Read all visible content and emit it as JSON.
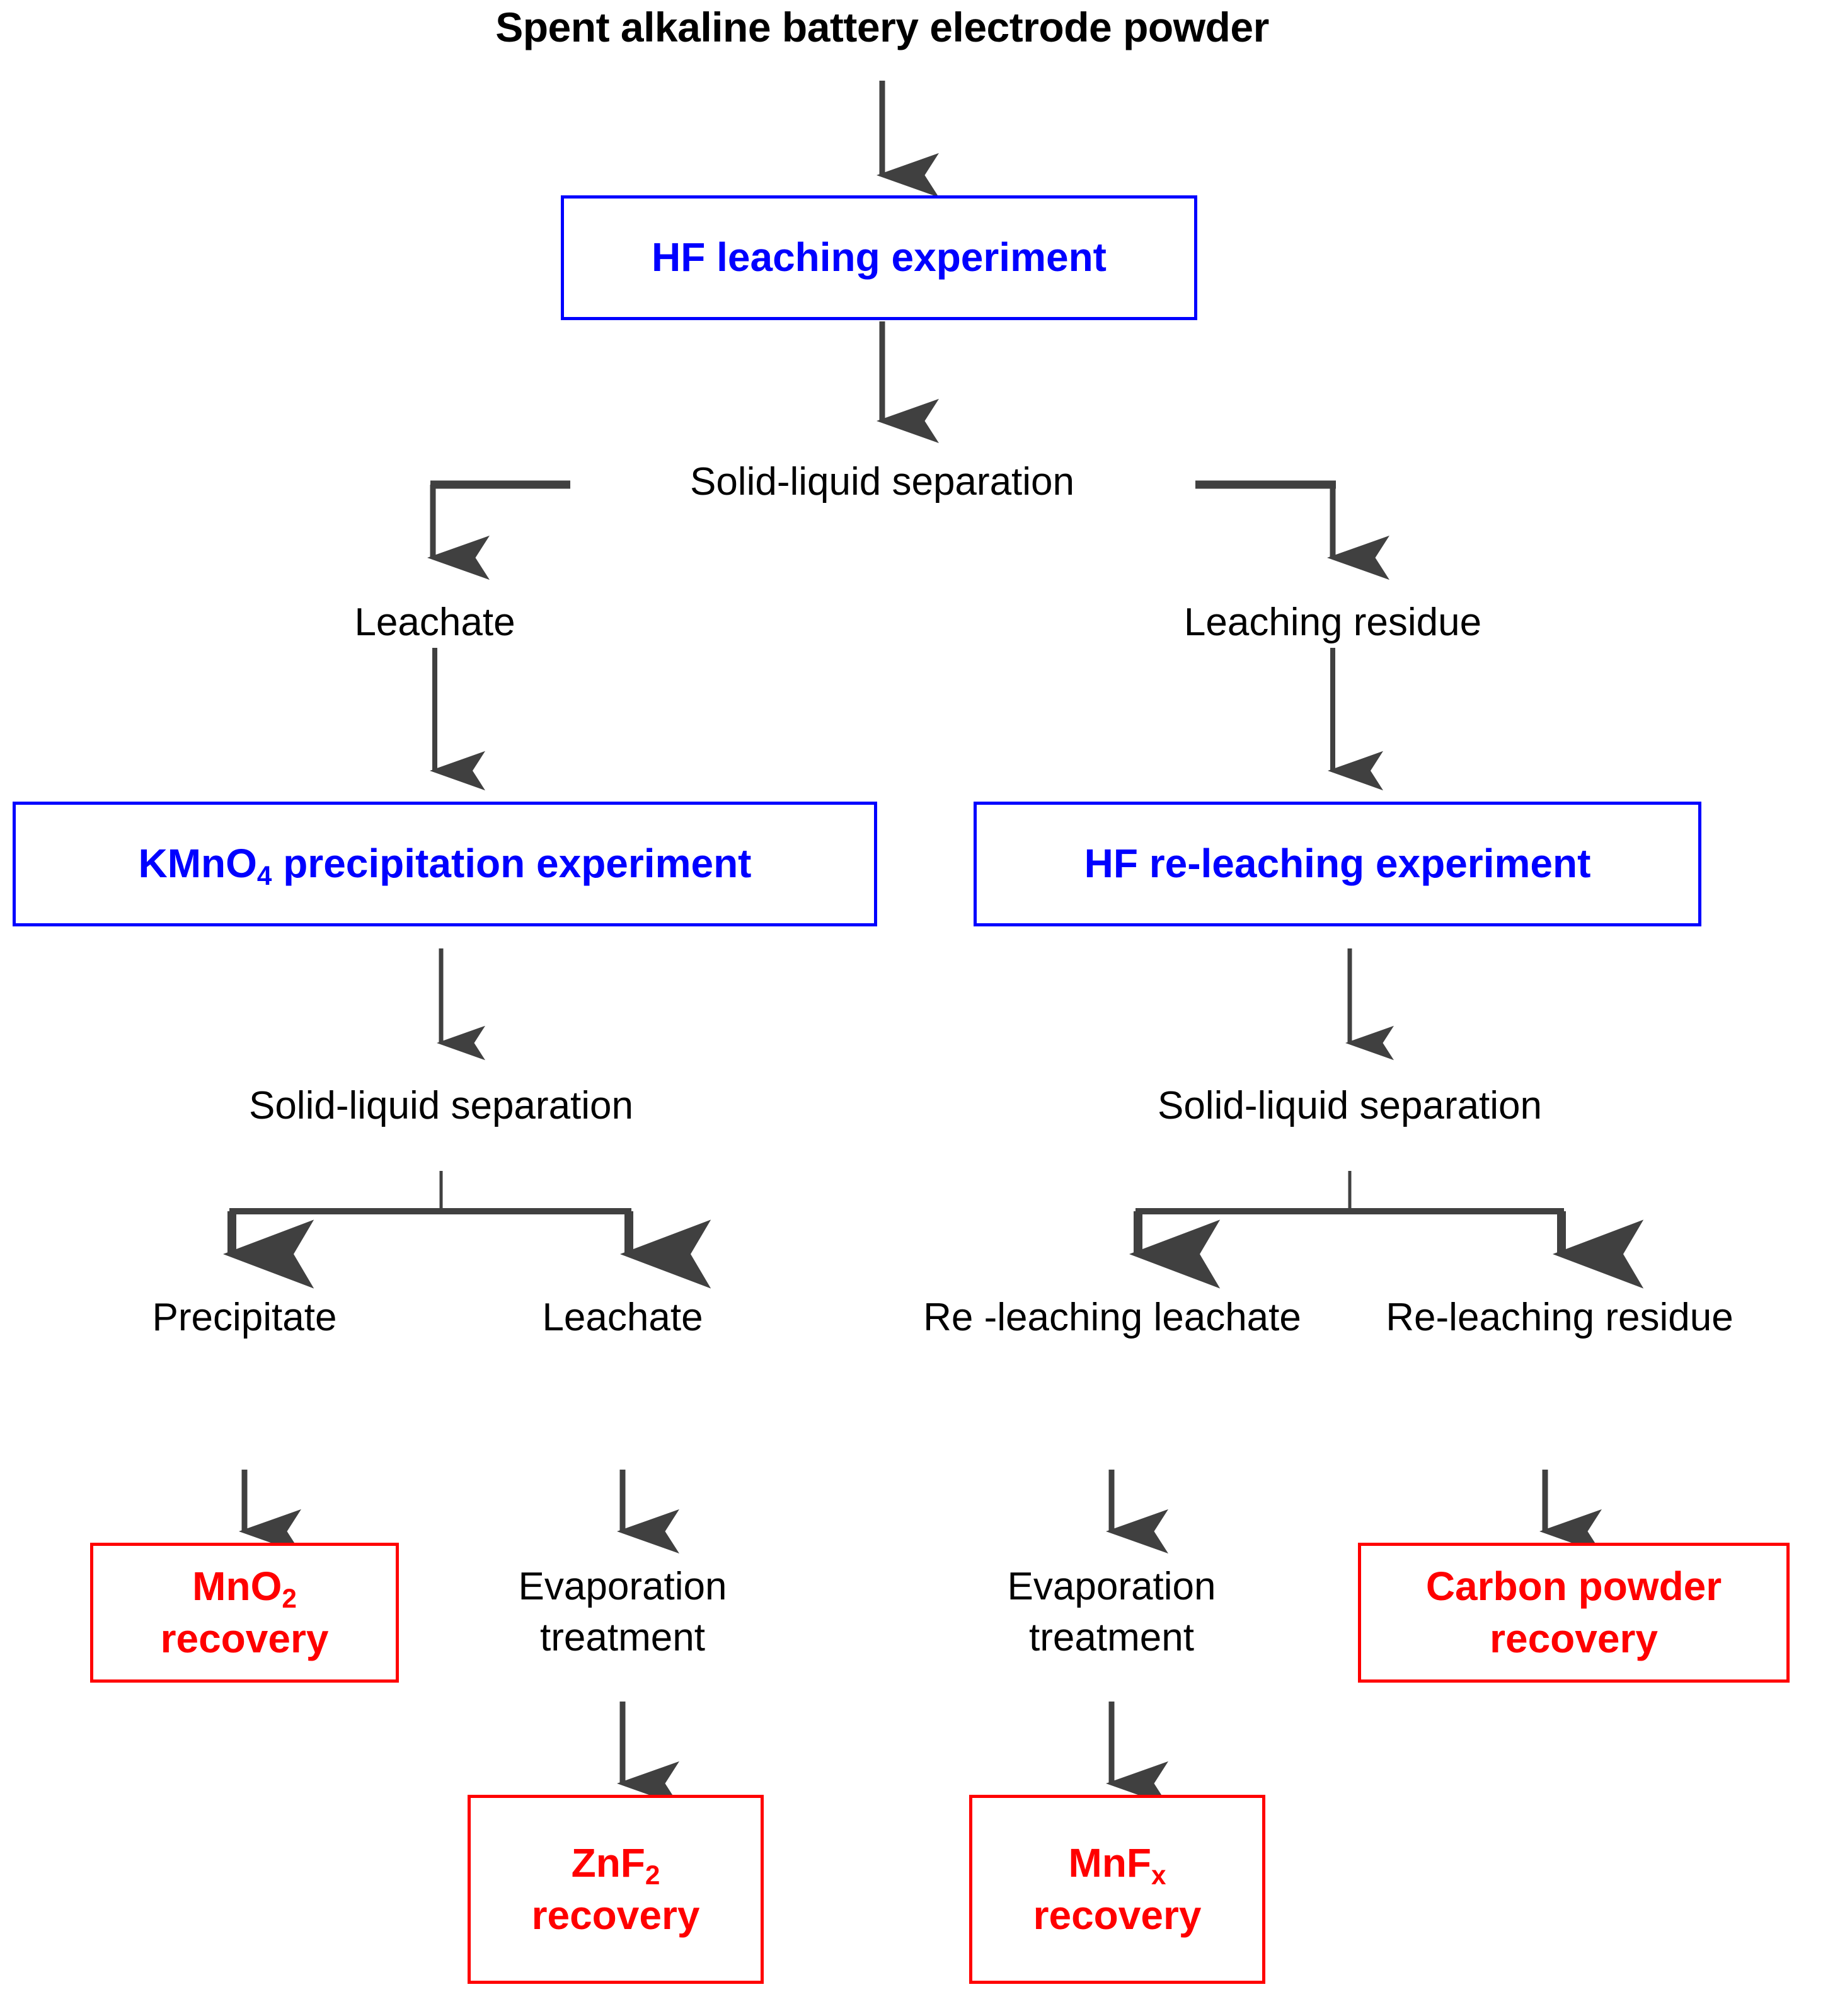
{
  "diagram": {
    "title": "Spent alkaline battery electrode powder",
    "colors": {
      "blue": "#0000FF",
      "red": "#FF0000",
      "black": "#000000",
      "arrow": "#404040",
      "background": "#FFFFFF"
    },
    "nodes": {
      "source_powder": "Spent alkaline battery electrode powder",
      "hf_leaching": "HF leaching experiment",
      "hf_leaching_formula_prefix": "HF leaching experiment",
      "separation_top": "Solid-liquid separation",
      "leachate_left": "Leachate",
      "leaching_residue": "Leaching residue",
      "kmno4_box_prefix": "KMnO",
      "kmno4_box_sub": "4",
      "kmno4_box_suffix": " precipitation experiment",
      "hf_releaching": "HF re-leaching experiment",
      "separation_left": "Solid-liquid separation",
      "separation_right": "Solid-liquid separation",
      "precipitate": "Precipitate",
      "leachate_mid": "Leachate",
      "releaching_leachate": "Re -leaching leachate",
      "releaching_residue": "Re-leaching residue",
      "mno2_prefix": "MnO",
      "mno2_sub": "2",
      "mno2_line2": "recovery",
      "evaporation_left_line1": "Evaporation",
      "evaporation_left_line2": "treatment",
      "evaporation_right_line1": "Evaporation",
      "evaporation_right_line2": "treatment",
      "carbon_line1": "Carbon powder",
      "carbon_line2": "recovery",
      "znf2_prefix": "ZnF",
      "znf2_sub": "2",
      "znf2_line2": "recovery",
      "mnfx_prefix": "MnF",
      "mnfx_sub": "x",
      "mnfx_line2": "recovery"
    }
  }
}
